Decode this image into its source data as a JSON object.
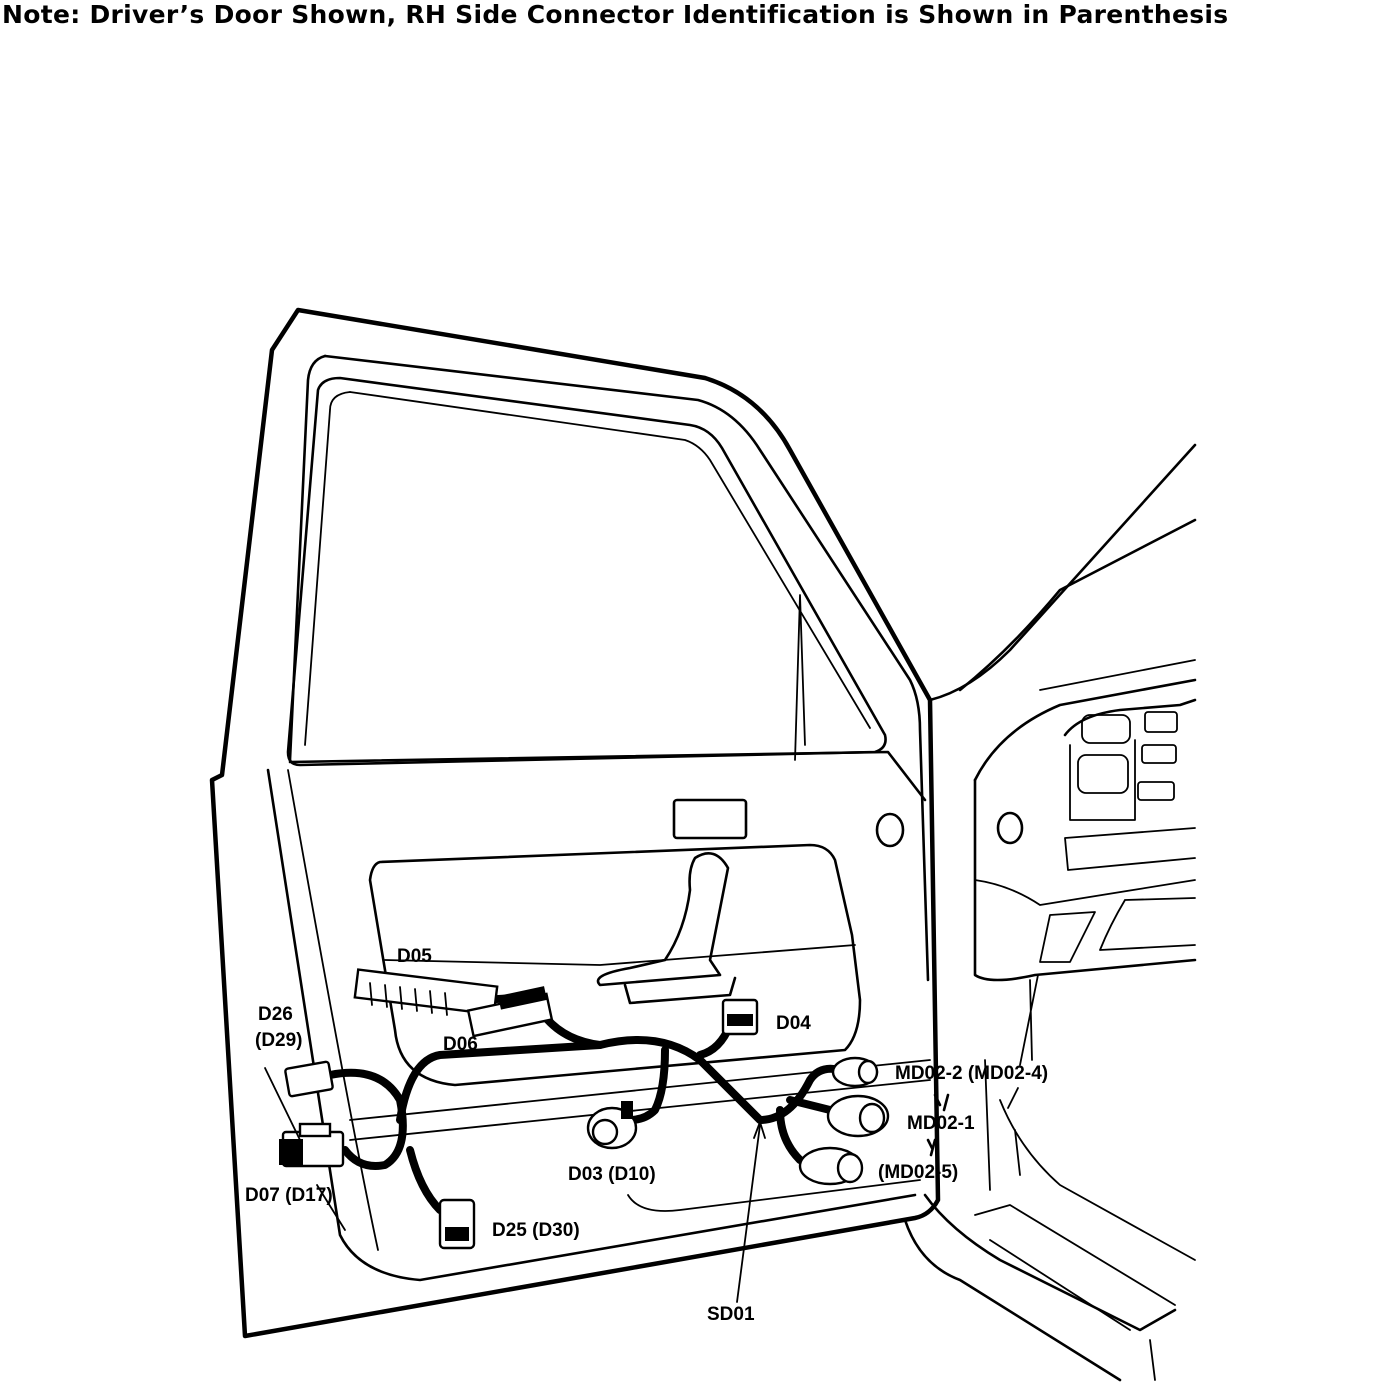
{
  "note": "Note: Driver’s Door Shown, RH Side Connector Identification is Shown in Parenthesis",
  "labels": {
    "d05": "D05",
    "d26": "D26",
    "d29": "(D29)",
    "d06": "D06",
    "d04": "D04",
    "md02_2": "MD02-2 (MD02-4)",
    "md02_1": "MD02-1",
    "md02_5": "(MD02-5)",
    "d03": "D03 (D10)",
    "d07": "D07 (D17)",
    "d25": "D25 (D30)",
    "sd01": "SD01"
  }
}
